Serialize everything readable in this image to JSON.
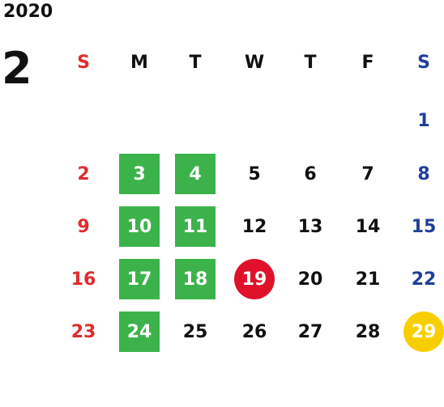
{
  "year": "2020",
  "month": "2",
  "weekdays": [
    "S",
    "M",
    "T",
    "W",
    "T",
    "F",
    "S"
  ],
  "weeks": [
    [
      null,
      null,
      null,
      null,
      null,
      null,
      "1"
    ],
    [
      "2",
      "3",
      "4",
      "5",
      "6",
      "7",
      "8"
    ],
    [
      "9",
      "10",
      "11",
      "12",
      "13",
      "14",
      "15"
    ],
    [
      "16",
      "17",
      "18",
      "19",
      "20",
      "21",
      "22"
    ],
    [
      "23",
      "24",
      "25",
      "26",
      "27",
      "28",
      "29"
    ]
  ],
  "highlights": {
    "green": [
      "3",
      "4",
      "10",
      "11",
      "17",
      "18",
      "24"
    ],
    "red_circle": [
      "19"
    ],
    "yellow_circle": [
      "29"
    ]
  },
  "colors": {
    "sunday": "#e02b2b",
    "saturday": "#1e3f99",
    "green": "#3cb34a",
    "red": "#e0112b",
    "yellow": "#f7cf00"
  }
}
